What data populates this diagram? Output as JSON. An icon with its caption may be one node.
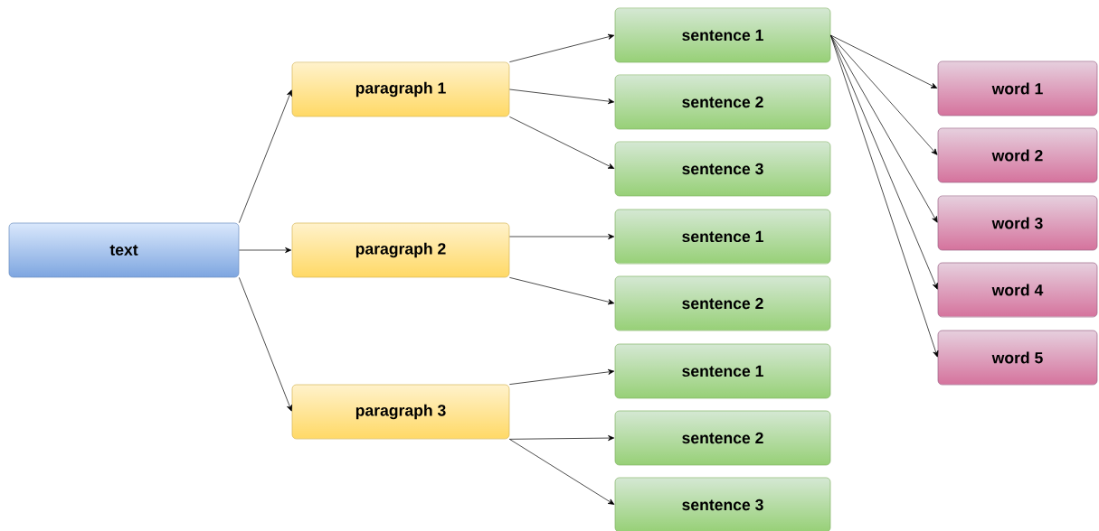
{
  "diagram": {
    "nodes": [
      {
        "text": [
          "text"
        ]
      },
      {
        "text": [
          "paragraph 1"
        ]
      },
      {
        "text": [
          "paragraph 2"
        ]
      },
      {
        "text": [
          "paragraph 3"
        ]
      },
      {
        "text": [
          "sentence 1"
        ]
      },
      {
        "text": [
          "sentence 2"
        ]
      },
      {
        "text": [
          "sentence 3"
        ]
      },
      {
        "text": [
          "sentence 1"
        ]
      },
      {
        "text": [
          "sentence 2"
        ]
      },
      {
        "text": [
          "sentence 1"
        ]
      },
      {
        "text": [
          "sentence 2"
        ]
      },
      {
        "text": [
          "sentence 3"
        ]
      },
      {
        "text": [
          "word 1"
        ]
      },
      {
        "text": [
          "word 2"
        ]
      },
      {
        "text": [
          "word 3"
        ]
      },
      {
        "text": [
          "word 4"
        ]
      },
      {
        "text": [
          "word 5"
        ]
      }
    ],
    "edges": [
      {
        "from": 0,
        "to": 1,
        "arrow": "to"
      },
      {
        "from": 0,
        "to": 2,
        "arrow": "to"
      },
      {
        "from": 0,
        "to": 3,
        "arrow": "to"
      },
      {
        "from": 1,
        "to": 4,
        "arrow": "to"
      },
      {
        "from": 1,
        "to": 5,
        "arrow": "to"
      },
      {
        "from": 1,
        "to": 6,
        "arrow": "to"
      },
      {
        "from": 2,
        "to": 7,
        "arrow": "to"
      },
      {
        "from": 2,
        "to": 8,
        "arrow": "to"
      },
      {
        "from": 3,
        "to": 9,
        "arrow": "to"
      },
      {
        "from": 3,
        "to": 10,
        "arrow": "to"
      },
      {
        "from": 3,
        "to": 11,
        "arrow": "to"
      },
      {
        "from": 4,
        "to": 12,
        "arrow": "to"
      },
      {
        "from": 4,
        "to": 13,
        "arrow": "to"
      },
      {
        "from": 4,
        "to": 14,
        "arrow": "to"
      },
      {
        "from": 4,
        "to": 15,
        "arrow": "to"
      },
      {
        "from": 4,
        "to": 16,
        "arrow": "to"
      }
    ]
  }
}
